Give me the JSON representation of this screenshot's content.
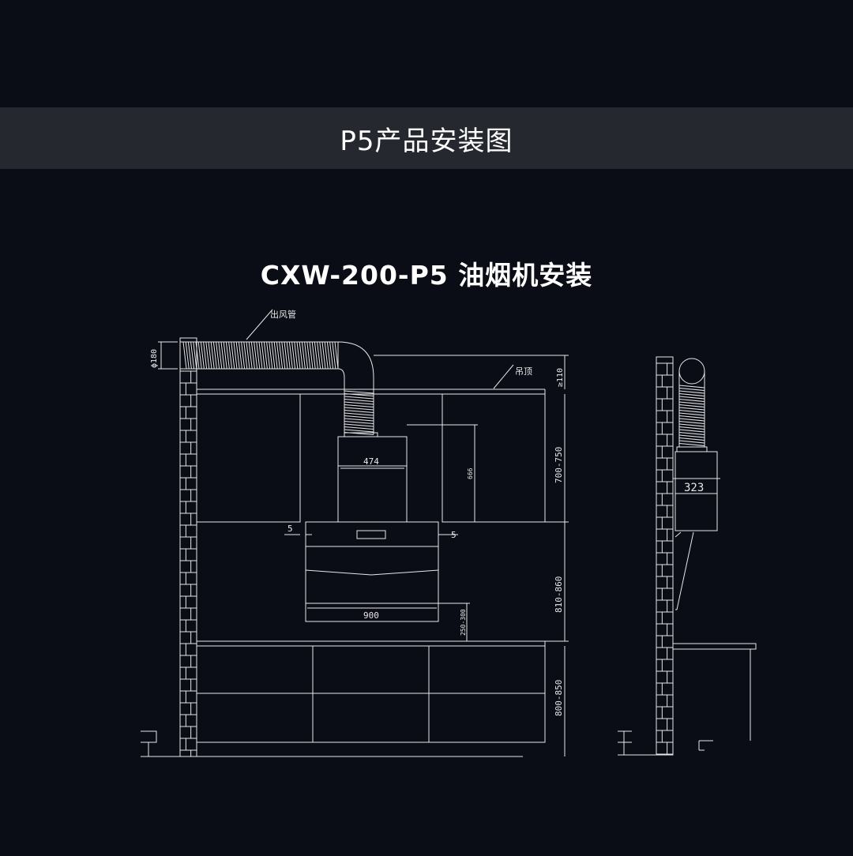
{
  "header": {
    "title": "P5产品安装图"
  },
  "drawing": {
    "title": "CXW-200-P5  油烟机安装",
    "labels": {
      "duct": "出风管",
      "ceiling": "吊顶",
      "duct_diameter": "ϕ180",
      "ceiling_gap": "≥110",
      "chimney_width": "474",
      "chimney_height": "666",
      "cabinet_height": "700-750",
      "gap_left": "5",
      "gap_right": "5",
      "hood_width": "900",
      "hood_height": "810-860",
      "hood_clearance": "250-300",
      "counter_height": "800-850",
      "side_depth": "323"
    }
  },
  "colors": {
    "background": "#0a0d15",
    "header_bar": "#25282f",
    "line": "#e8e8e8"
  }
}
